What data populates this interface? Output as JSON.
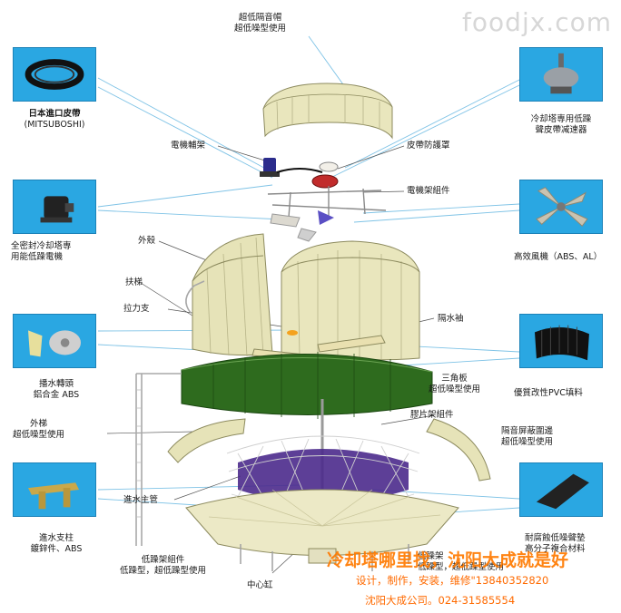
{
  "watermark": "foodjx.com",
  "labels": {
    "top_cap": [
      "超低隔音帽",
      "超低噪型使用"
    ],
    "belt_jp": [
      "日本進口皮帶",
      "(MITSUBOSHI)"
    ],
    "motor_frame_support": "電機輔架",
    "belt_guard": "皮帶防護罩",
    "reducer": [
      "冷却塔専用低躁",
      "聲皮帶减速器"
    ],
    "motor_frame_assembly": "電機架組件",
    "motor": [
      "全密封冷却塔専",
      "用能低躁電機"
    ],
    "fan": "高效風機（ABS、AL）",
    "shell": "外殼",
    "ladder": "扶梯",
    "tie_rod": "拉力支",
    "water_sleeve": "隔水袖",
    "sprinkler": [
      "播水轉頭",
      "鋁合金 ABS"
    ],
    "pvc_fill": "優質改性PVC填料",
    "triangle_plate": [
      "三角板",
      "超低噪型使用"
    ],
    "outer_ladder": [
      "外梯",
      "超低噪型使用"
    ],
    "fill_frame": "膠片架組件",
    "sound_screen": [
      "隔音屏蔽圍邊",
      "超低噪型使用"
    ],
    "main_pipe": "進水主管",
    "inlet_column": [
      "進水支柱",
      "鍍鋅件、ABS"
    ],
    "corrosion": [
      "耐腐蝕低噪聲墊",
      "高分子複合材料"
    ],
    "low_frame": [
      "低躁架組件",
      "低躁型，超低躁型使用"
    ],
    "low_frame_right": [
      "低躁架",
      "低躁型，超低躁型使用"
    ],
    "center_tank": "中心缸"
  },
  "promo": {
    "line1": "冷却塔哪里找，沈阳大成就是好",
    "line2": "设计，制作，安装，维修\"13840352820",
    "line3": "沈阳大成公司。024-31585554"
  },
  "colors": {
    "photo_bg": "#2aa7e2",
    "shell": "#e6e3b8",
    "green": "#2e6b1e",
    "purple": "#4b2a8c",
    "promo": "#ff7a00"
  }
}
